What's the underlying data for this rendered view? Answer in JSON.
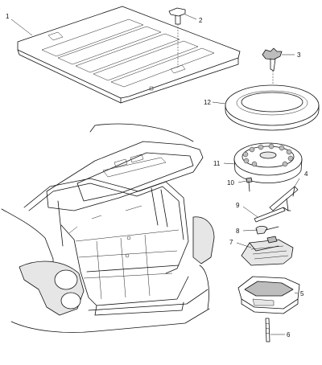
{
  "callouts": [
    {
      "id": "c1",
      "text": "1"
    },
    {
      "id": "c2",
      "text": "2"
    },
    {
      "id": "c3",
      "text": "3"
    },
    {
      "id": "c4",
      "text": "4"
    },
    {
      "id": "c5",
      "text": "5"
    },
    {
      "id": "c6",
      "text": "6"
    },
    {
      "id": "c7",
      "text": "7"
    },
    {
      "id": "c8",
      "text": "8"
    },
    {
      "id": "c9",
      "text": "9"
    },
    {
      "id": "c10",
      "text": "10"
    },
    {
      "id": "c11",
      "text": "11"
    },
    {
      "id": "c12",
      "text": "12"
    }
  ],
  "colors": {
    "line": "#111111",
    "background": "#ffffff",
    "shade": "#e6e6e6"
  }
}
